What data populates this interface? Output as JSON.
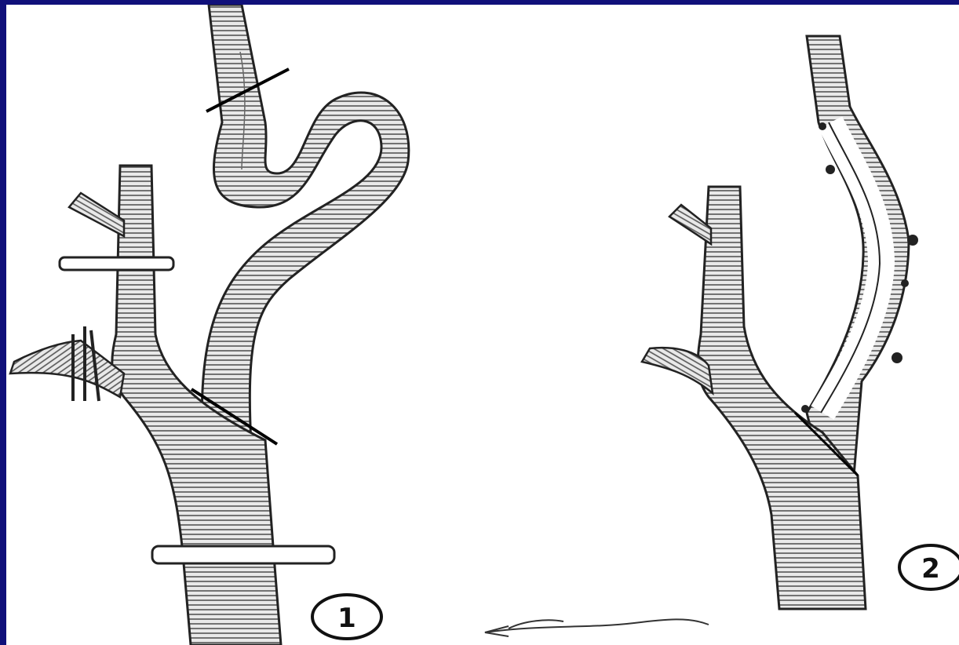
{
  "figure": {
    "panels": [
      {
        "id": "panel-1",
        "label": "1"
      },
      {
        "id": "panel-2",
        "label": "2"
      }
    ],
    "colors": {
      "background_border": "#10107a",
      "canvas": "#ffffff",
      "ink": "#111111",
      "vessel_fill": "#e6e6e6"
    }
  }
}
